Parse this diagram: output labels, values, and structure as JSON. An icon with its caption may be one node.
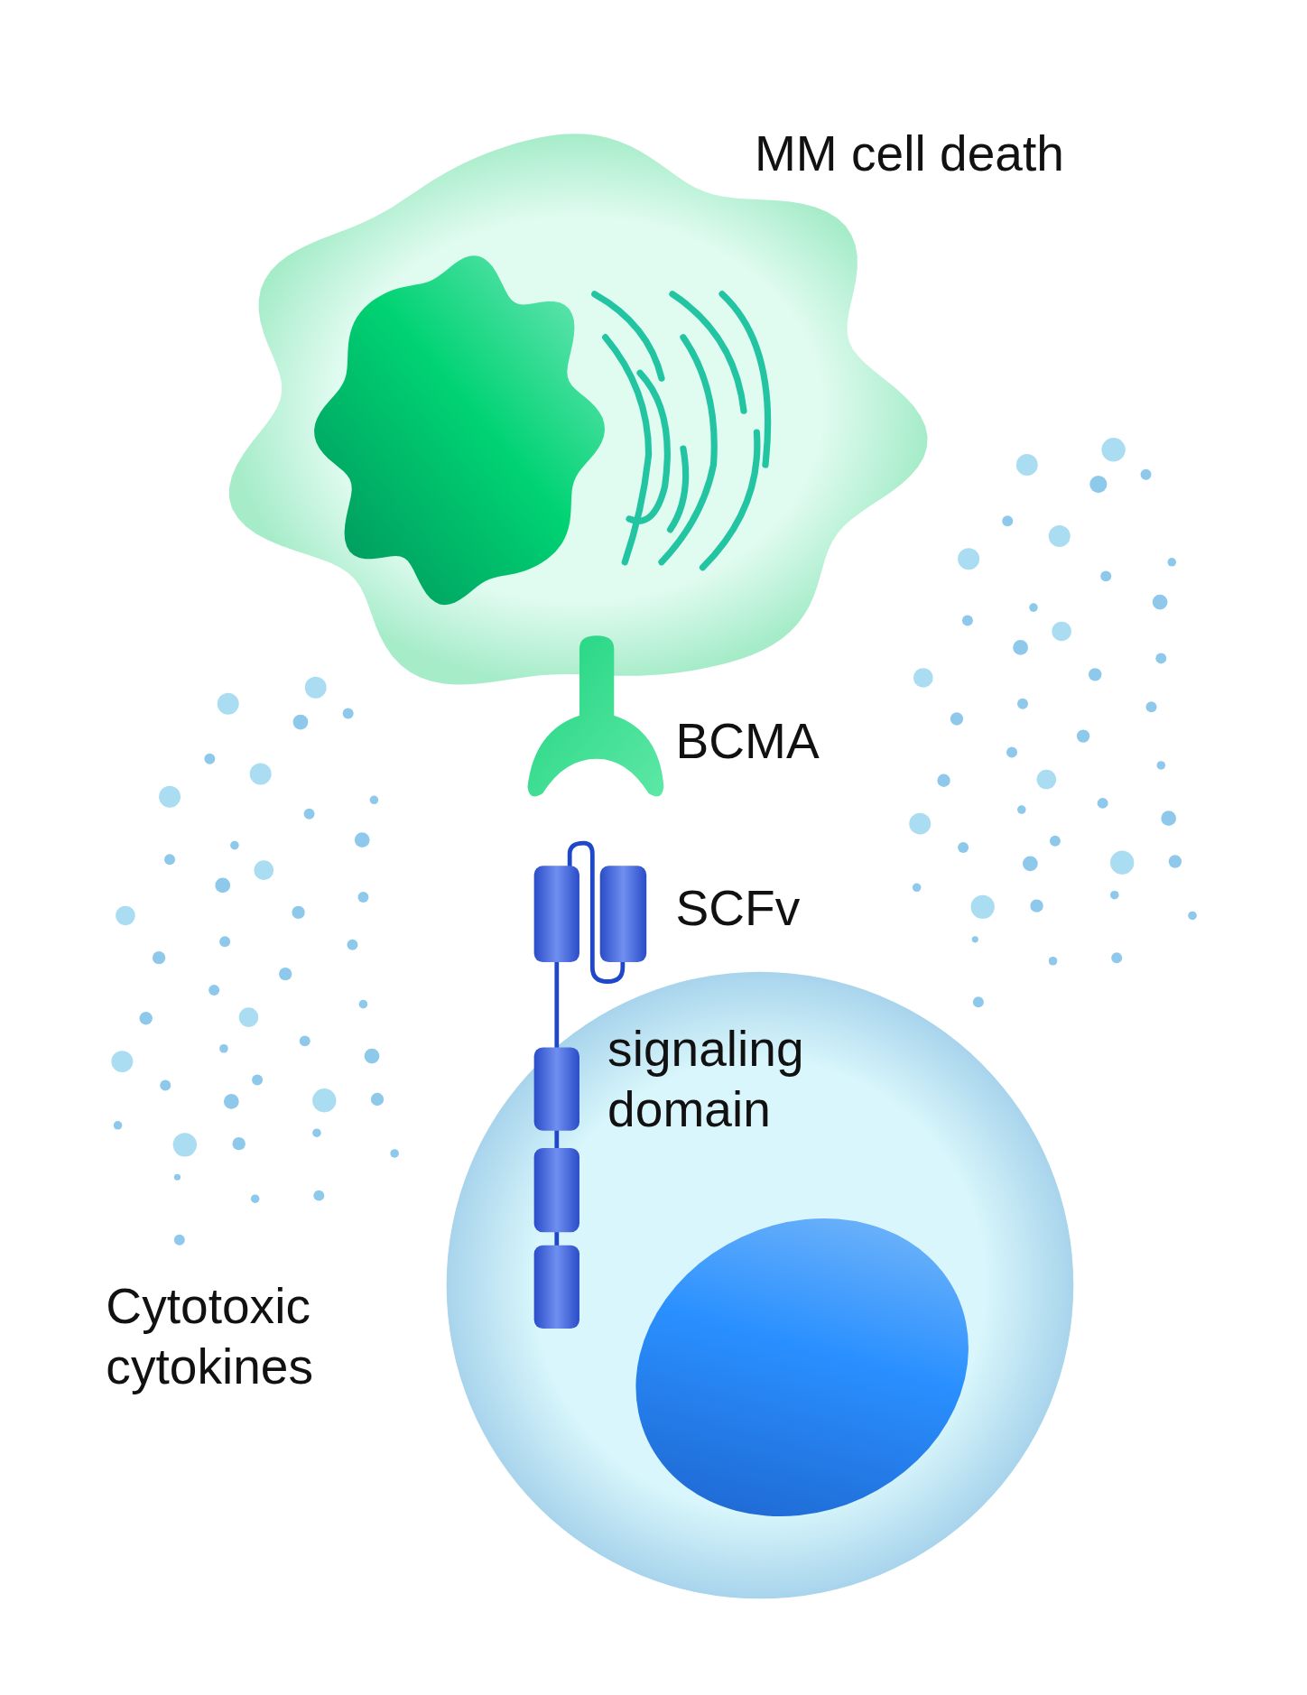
{
  "diagram": {
    "labels": [
      "MM cell death",
      "BCMA",
      "SCFv",
      "signaling domain",
      "Cytotoxic cytokines"
    ]
  }
}
